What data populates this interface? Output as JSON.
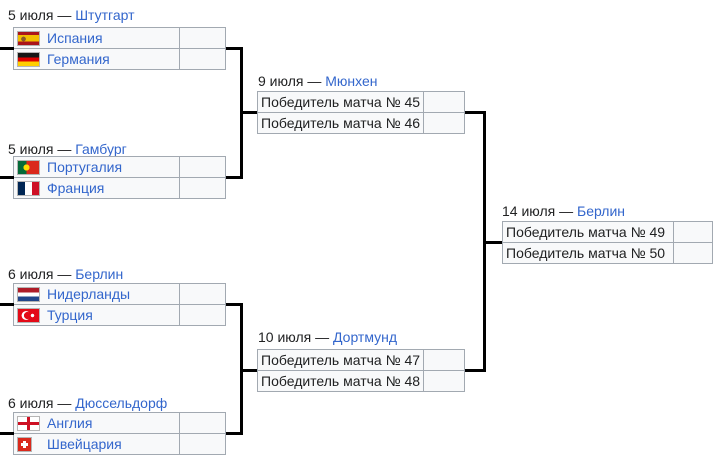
{
  "bracket": {
    "matches": {
      "qf1": {
        "date": "5 июля —",
        "city": "Штутгарт",
        "team1": "Испания",
        "team1_flag": "es",
        "score1": "",
        "team2": "Германия",
        "team2_flag": "de",
        "score2": ""
      },
      "qf2": {
        "date": "5 июля —",
        "city": "Гамбург",
        "team1": "Португалия",
        "team1_flag": "pt",
        "score1": "",
        "team2": "Франция",
        "team2_flag": "fr",
        "score2": ""
      },
      "qf3": {
        "date": "6 июля —",
        "city": "Берлин",
        "team1": "Нидерланды",
        "team1_flag": "nl",
        "score1": "",
        "team2": "Турция",
        "team2_flag": "tr",
        "score2": ""
      },
      "qf4": {
        "date": "6 июля —",
        "city": "Дюссельдорф",
        "team1": "Англия",
        "team1_flag": "gb-eng",
        "score1": "",
        "team2": "Швейцария",
        "team2_flag": "ch",
        "score2": ""
      },
      "sf1": {
        "date": "9 июля —",
        "city": "Мюнхен",
        "team1": "Победитель матча № 45",
        "score1": "",
        "team2": "Победитель матча № 46",
        "score2": ""
      },
      "sf2": {
        "date": "10 июля —",
        "city": "Дортмунд",
        "team1": "Победитель матча № 47",
        "score1": "",
        "team2": "Победитель матча № 48",
        "score2": ""
      },
      "final": {
        "date": "14 июля —",
        "city": "Берлин",
        "team1": "Победитель матча № 49",
        "score1": "",
        "team2": "Победитель матча № 50",
        "score2": ""
      }
    },
    "colors": {
      "link": "#3366cc",
      "text": "#202122",
      "connector": "#000000",
      "cell_bg": "#f8f9fa",
      "border": "#a2a9b1"
    }
  }
}
